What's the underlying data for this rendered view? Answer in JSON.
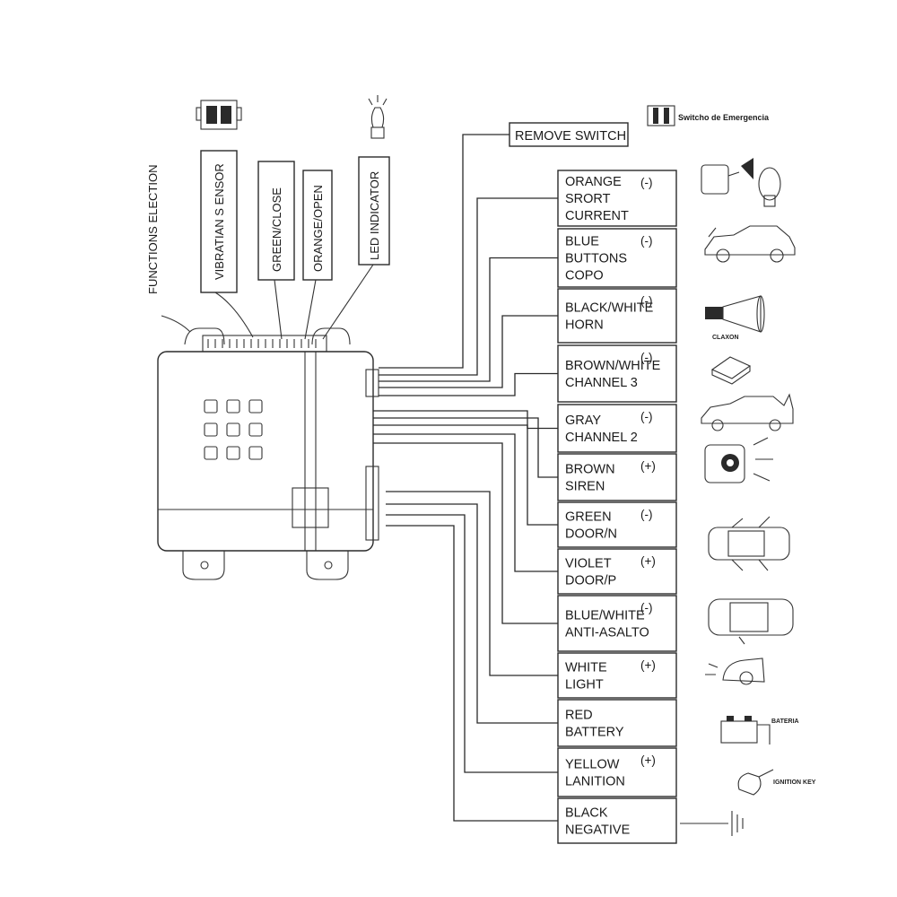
{
  "function_selection": "FUNCTIONS ELECTION",
  "top_labels": [
    {
      "text": "VIBRATIAN S ENSOR"
    },
    {
      "text": "GREEN/CLOSE"
    },
    {
      "text": "ORANGE/OPEN"
    },
    {
      "text": "LED INDICATOR"
    }
  ],
  "remove_switch": "REMOVE SWITCH",
  "emergency_switch": "Switcho de Emergencia",
  "claxon_label": "CLAXON",
  "bateria_label": "BATERIA",
  "ignition_label": "IGNITION KEY",
  "wires": [
    {
      "line1": "ORANGE",
      "line2": "SRORT",
      "line3": "CURRENT",
      "polarity": "(-)"
    },
    {
      "line1": "BLUE",
      "line2": "BUTTONS",
      "line3": "COPO",
      "polarity": "(-)"
    },
    {
      "line1": "BLACK/WHITE",
      "line2": "HORN",
      "line3": "",
      "polarity": "(-)"
    },
    {
      "line1": "BROWN/WHITE",
      "line2": "CHANNEL 3",
      "line3": "",
      "polarity": "(-)"
    },
    {
      "line1": "GRAY",
      "line2": "CHANNEL 2",
      "line3": "",
      "polarity": "(-)"
    },
    {
      "line1": "BROWN",
      "line2": "SIREN",
      "line3": "",
      "polarity": "(+)"
    },
    {
      "line1": "GREEN",
      "line2": "DOOR/N",
      "line3": "",
      "polarity": "(-)"
    },
    {
      "line1": "VIOLET",
      "line2": "DOOR/P",
      "line3": "",
      "polarity": "(+)"
    },
    {
      "line1": "BLUE/WHITE",
      "line2": "ANTI-ASALTO",
      "line3": "",
      "polarity": "(-)"
    },
    {
      "line1": "WHITE",
      "line2": "LIGHT",
      "line3": "",
      "polarity": "(+)"
    },
    {
      "line1": "RED",
      "line2": "BATTERY",
      "line3": "",
      "polarity": ""
    },
    {
      "line1": "YELLOW",
      "line2": "LANITION",
      "line3": "",
      "polarity": "(+)"
    },
    {
      "line1": "BLACK",
      "line2": "NEGATIVE",
      "line3": "",
      "polarity": ""
    }
  ],
  "icons": [
    "relay-horn-icon",
    "car-icon",
    "claxon-horn-icon",
    "trunk-button-icon",
    "car-trunk-icon",
    "siren-icon",
    "car-doors-top-icon",
    "car-top-icon",
    "car-light-icon",
    "battery-icon",
    "ignition-key-icon",
    "ground-icon"
  ]
}
